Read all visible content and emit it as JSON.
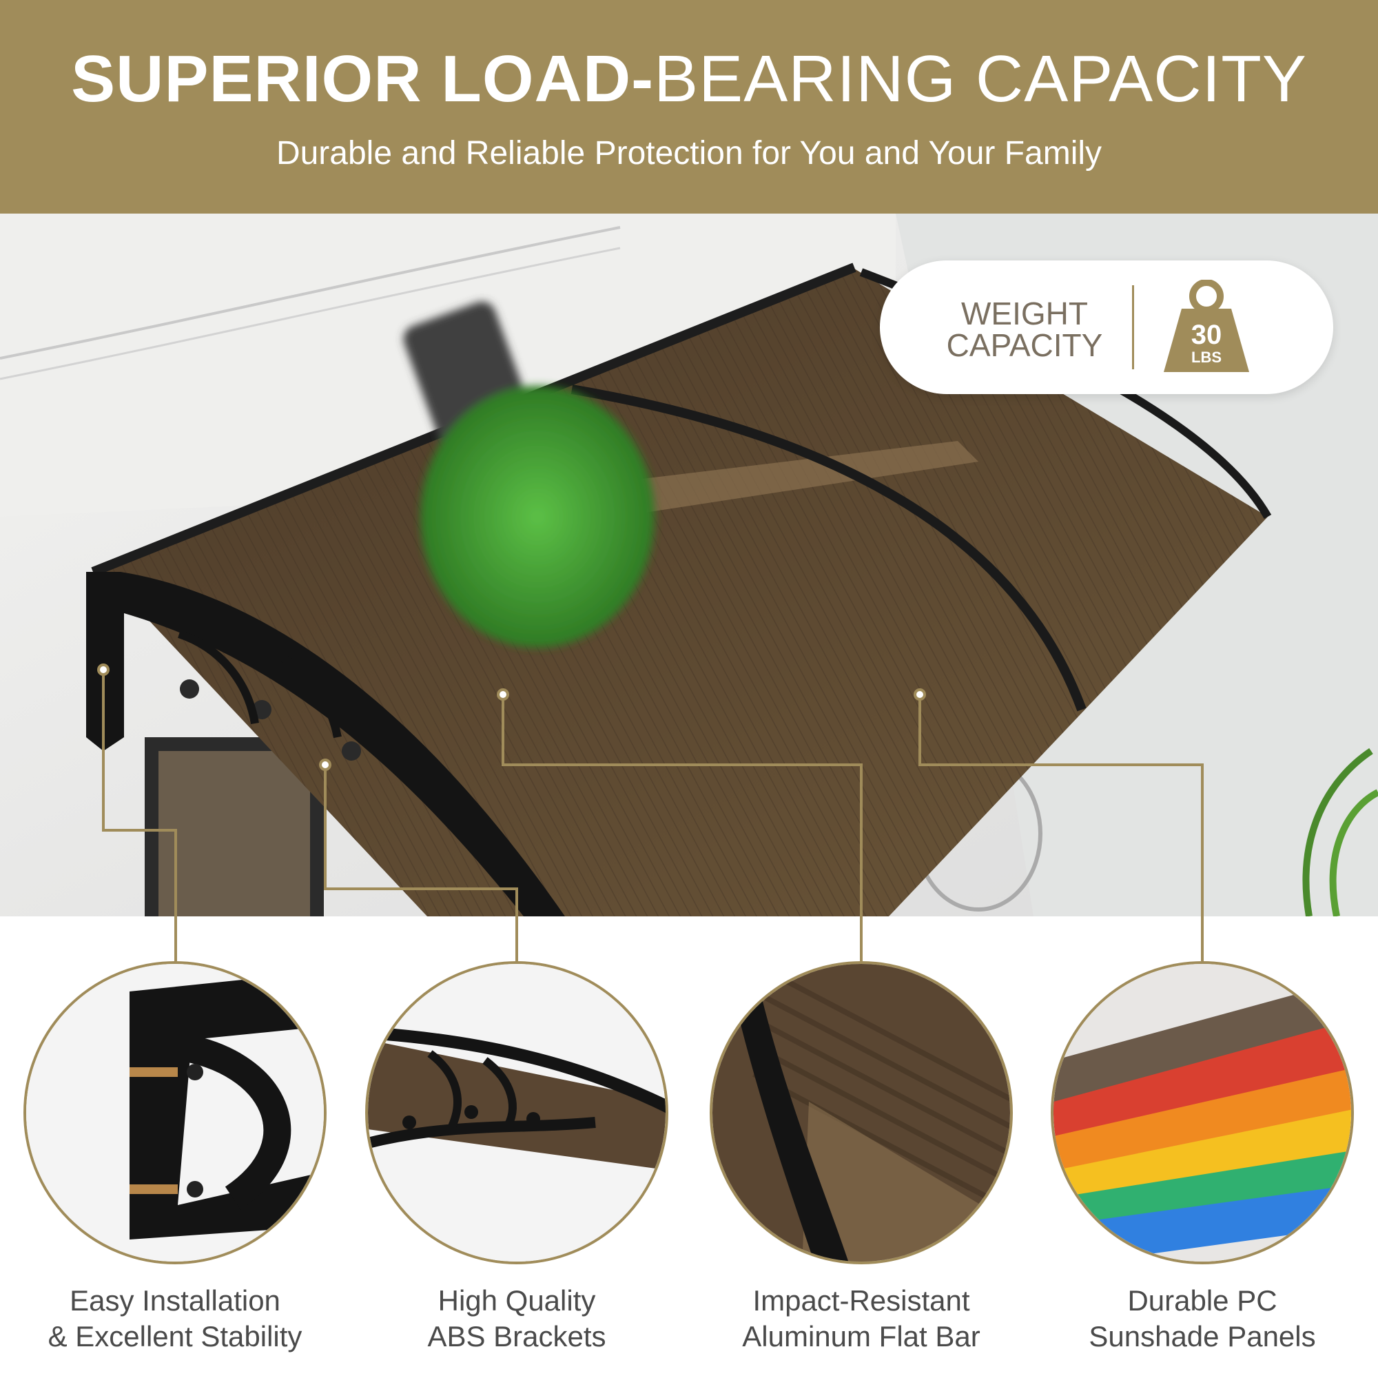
{
  "header": {
    "title_bold": "SUPERIOR LOAD-",
    "title_light": "BEARING CAPACITY",
    "subtitle": "Durable and Reliable Protection for You and Your Family"
  },
  "badge": {
    "line1": "WEIGHT",
    "line2": "CAPACITY",
    "value": "30",
    "unit": "LBS"
  },
  "features": [
    {
      "line1": "Easy Installation",
      "line2": "& Excellent Stability"
    },
    {
      "line1": "High Quality",
      "line2": "ABS Brackets"
    },
    {
      "line1": "Impact-Resistant",
      "line2": "Aluminum Flat Bar"
    },
    {
      "line1": "Durable PC",
      "line2": "Sunshade Panels"
    }
  ],
  "colors": {
    "accent_gold": "#a08c5a",
    "panel_brown": "#5a4632",
    "bracket_black": "#1a1a1a",
    "plant_green": "#4caf3a"
  }
}
